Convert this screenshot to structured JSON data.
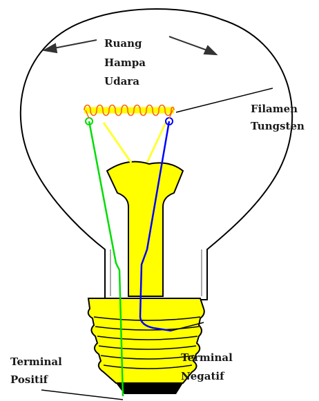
{
  "labels": {
    "vacuum_line1": "Ruang",
    "vacuum_line2": "Hampa",
    "vacuum_line3": "Udara",
    "filament_line1": "Filamen",
    "filament_line2": "Tungsten",
    "pos_line1": "Terminal",
    "pos_line2": "Positif",
    "neg_line1": "Terminal",
    "neg_line2": "Negatif"
  },
  "colors": {
    "outline": "#000000",
    "glass_fill": "#ffffff",
    "stem_fill": "#ffff00",
    "filament_coil": "#ff6600",
    "filament_core": "#ffff00",
    "support_wires": "#ffff33",
    "positive_wire": "#00dd00",
    "negative_wire": "#0000ff",
    "contact_tip": "#000000"
  }
}
